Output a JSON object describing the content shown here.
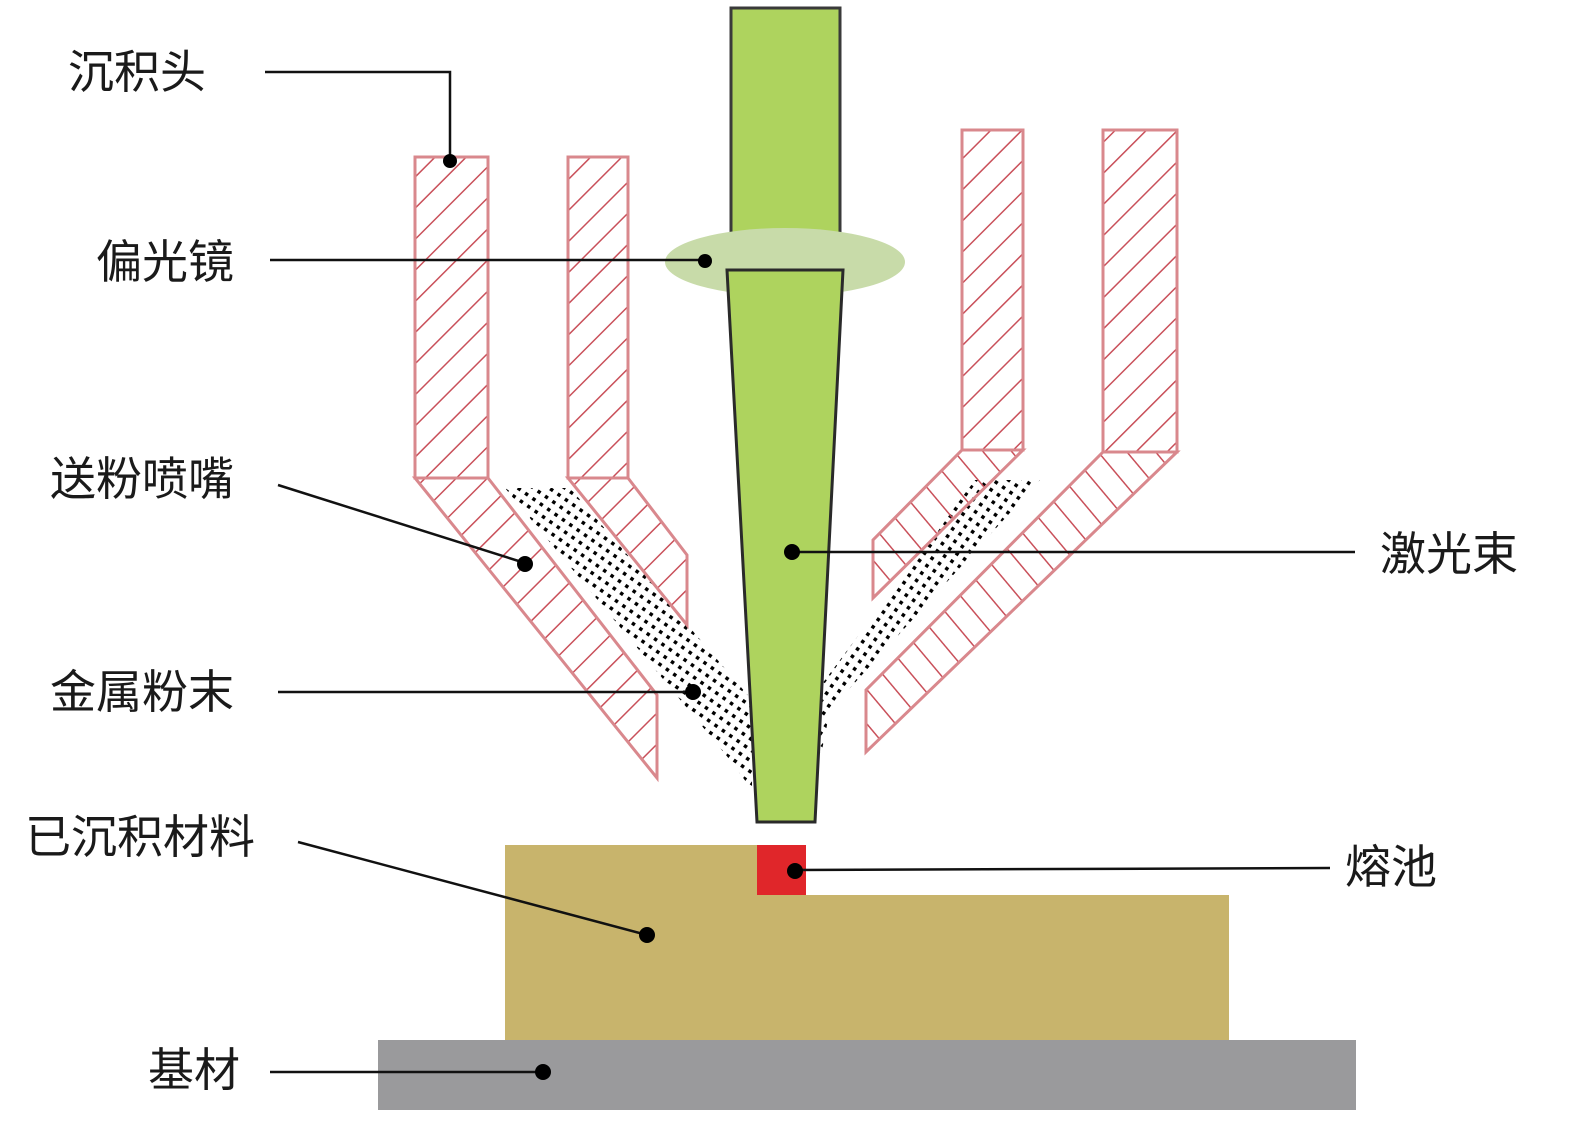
{
  "labels": {
    "deposition_head": "沉积头",
    "polarizer": "偏光镜",
    "powder_nozzle": "送粉喷嘴",
    "metal_powder": "金属粉末",
    "deposited_material": "已沉积材料",
    "substrate": "基材",
    "laser_beam": "激光束",
    "melt_pool": "熔池"
  },
  "colors": {
    "laser": "#aed35e",
    "lens": "#c8dba9",
    "nozzle_hatch": "#c9505a",
    "deposited": "#c8b46c",
    "melt_pool": "#e0262a",
    "substrate": "#9a9a9c"
  }
}
